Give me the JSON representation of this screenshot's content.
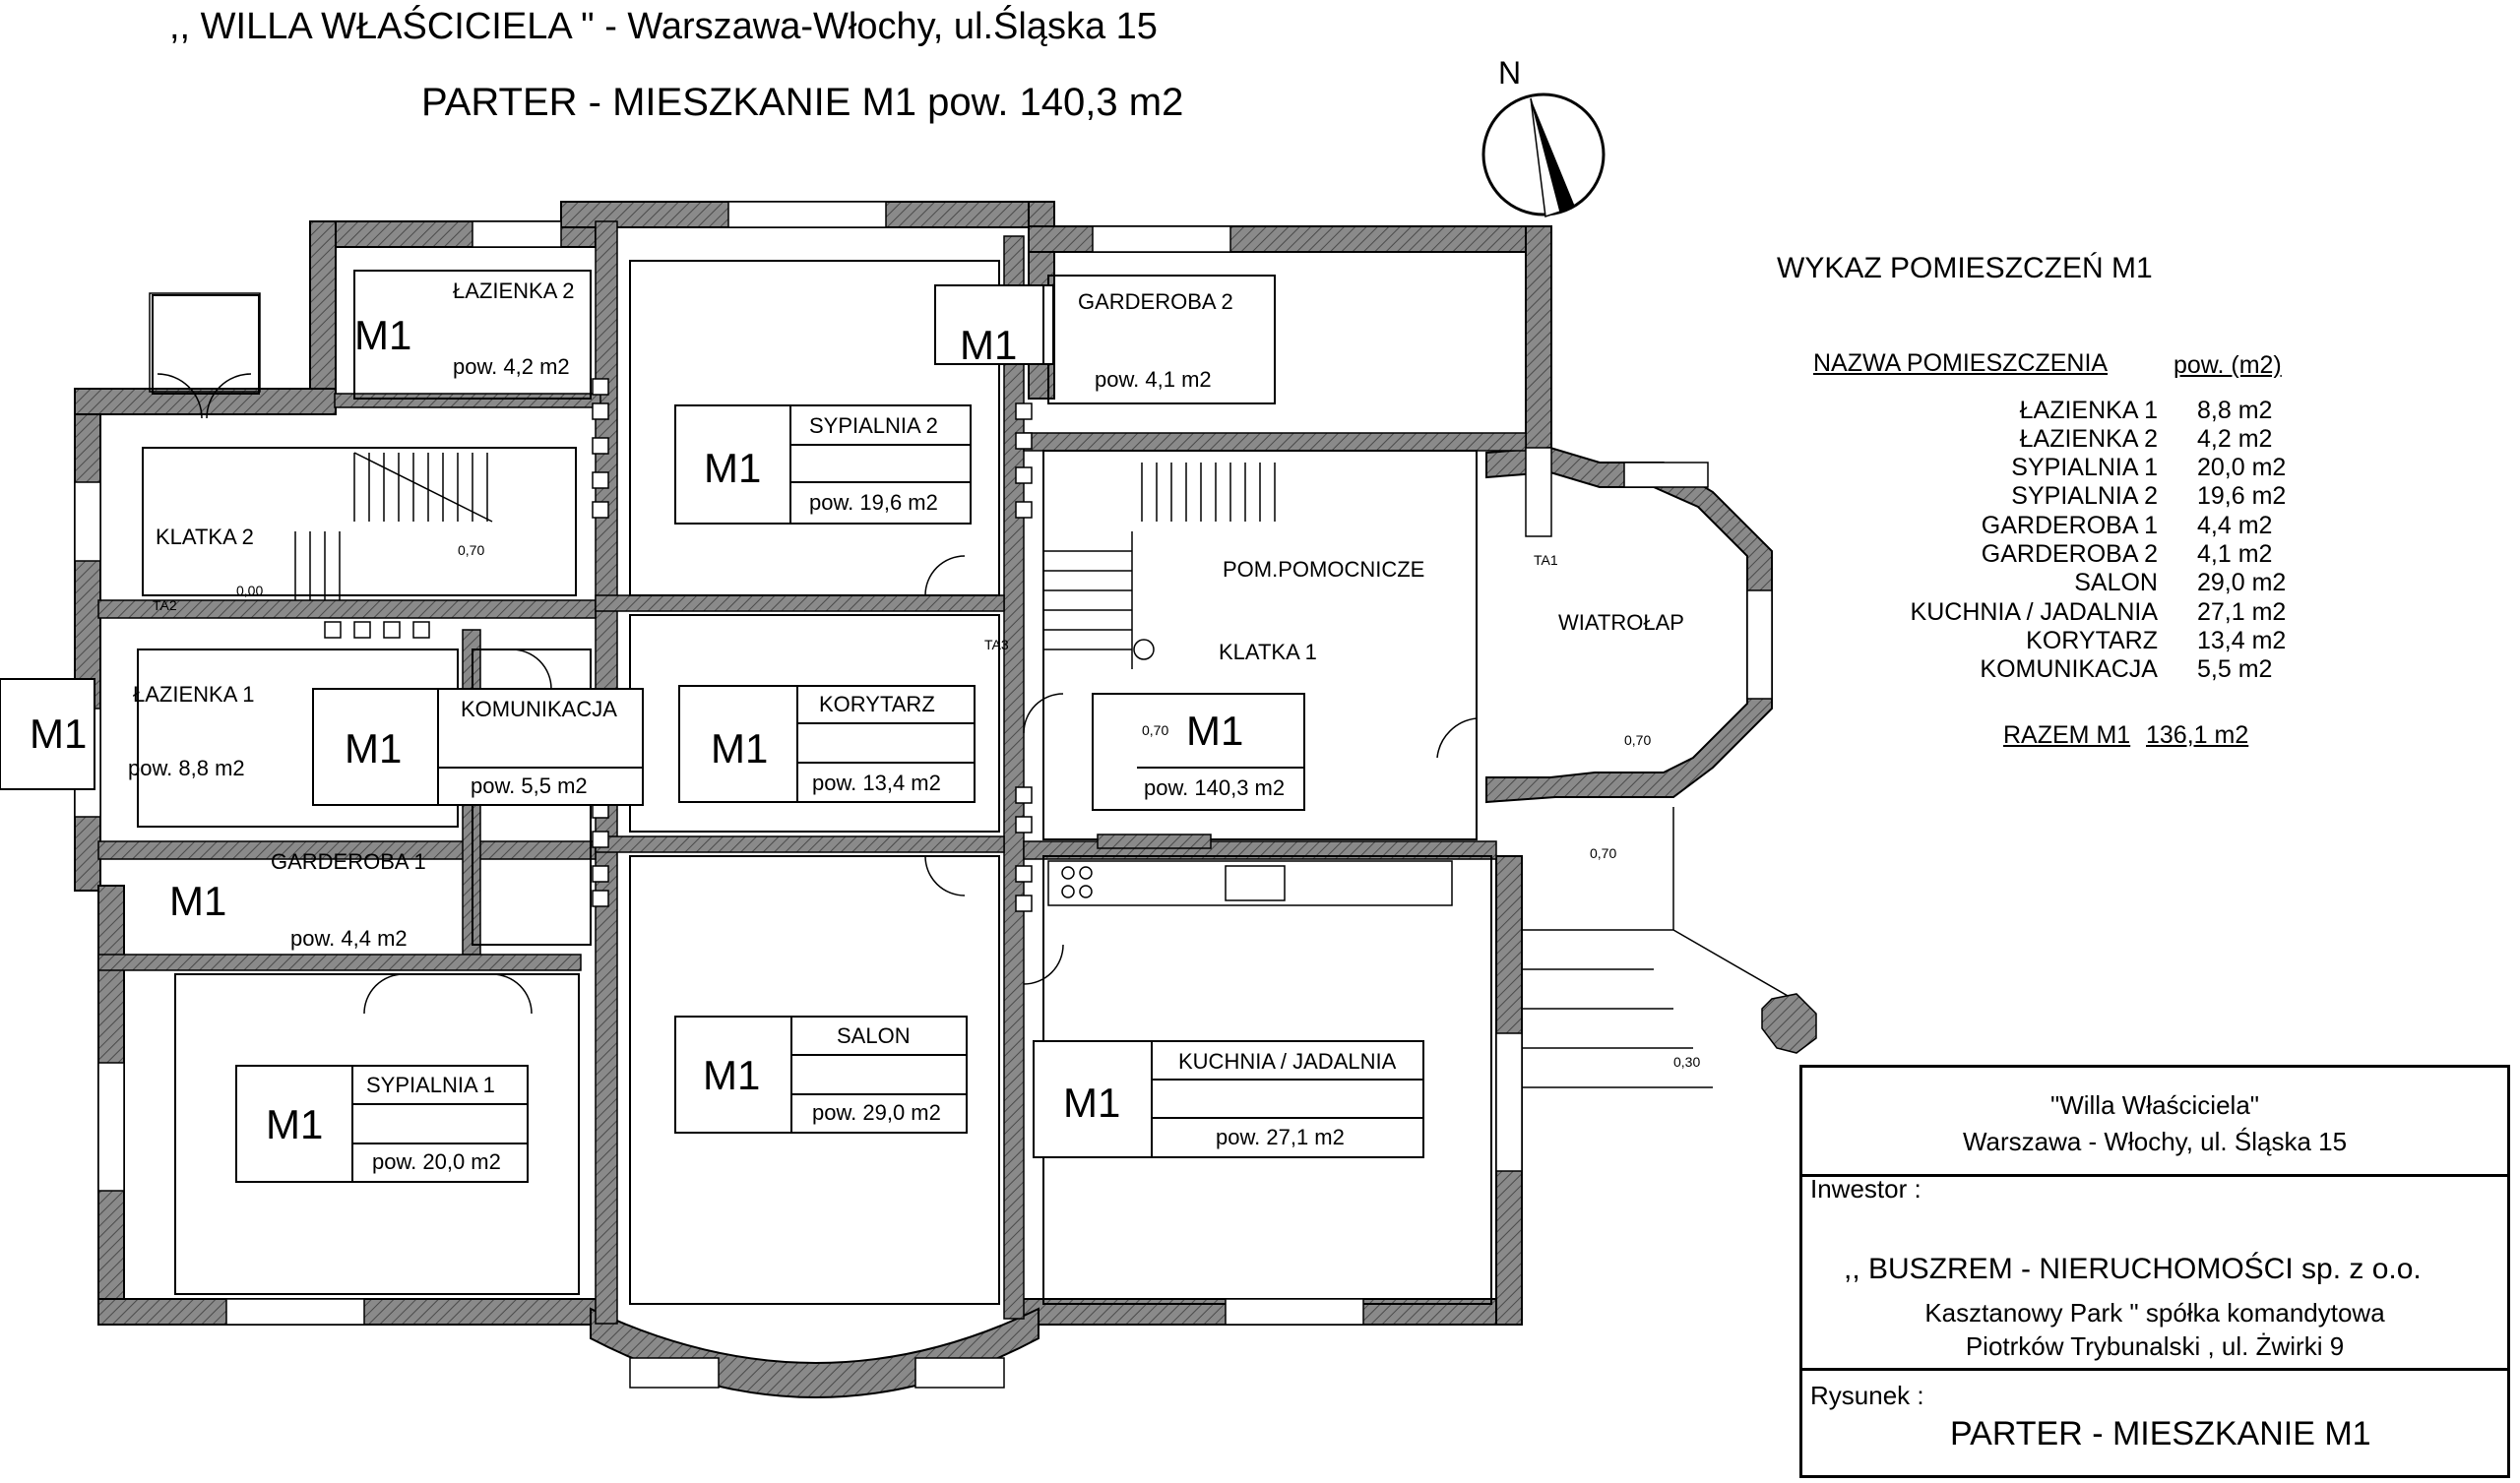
{
  "title": {
    "line1": ",, WILLA WŁAŚCICIELA \" - Warszawa-Włochy, ul.Śląska 15",
    "line2": "PARTER - MIESZKANIE M1 pow. 140,3 m2"
  },
  "compass": {
    "label": "N"
  },
  "room_list": {
    "heading": "WYKAZ POMIESZCZEŃ M1",
    "col_name": "NAZWA POMIESZCZENIA",
    "col_area": "pow. (m2)",
    "rows": [
      {
        "name": "ŁAZIENKA 1",
        "area": "8,8 m2"
      },
      {
        "name": "ŁAZIENKA 2",
        "area": "4,2 m2"
      },
      {
        "name": "SYPIALNIA 1",
        "area": "20,0 m2"
      },
      {
        "name": "SYPIALNIA 2",
        "area": "19,6 m2"
      },
      {
        "name": "GARDEROBA 1",
        "area": "4,4 m2"
      },
      {
        "name": "GARDEROBA 2",
        "area": "4,1 m2"
      },
      {
        "name": "SALON",
        "area": "29,0 m2"
      },
      {
        "name": "KUCHNIA / JADALNIA",
        "area": "27,1 m2"
      },
      {
        "name": "KORYTARZ",
        "area": "13,4 m2"
      },
      {
        "name": "KOMUNIKACJA",
        "area": "5,5 m2"
      }
    ],
    "total_label": "RAZEM M1",
    "total_area": "136,1 m2"
  },
  "title_block": {
    "project": "\"Willa Właściciela\"",
    "address": "Warszawa - Włochy, ul. Śląska 15",
    "investor_label": "Inwestor :",
    "investor_line1": ",, BUSZREM - NIERUCHOMOŚCI sp. z o.o.",
    "investor_line2": "Kasztanowy Park \" spółka komandytowa",
    "investor_line3": "Piotrków Trybunalski , ul. Żwirki 9",
    "drawing_label": "Rysunek :",
    "drawing_name": "PARTER - MIESZKANIE M1"
  },
  "rooms": {
    "unit": "M1",
    "lazienka2": {
      "name": "ŁAZIENKA 2",
      "area": "pow. 4,2 m2"
    },
    "sypialnia2": {
      "name": "SYPIALNIA 2",
      "area": "pow. 19,6 m2"
    },
    "garderoba2": {
      "name": "GARDEROBA 2",
      "area": "pow. 4,1 m2"
    },
    "klatka2": {
      "name": "KLATKA 2"
    },
    "lazienka1": {
      "name": "ŁAZIENKA 1",
      "area": "pow. 8,8 m2"
    },
    "komunikacja": {
      "name": "KOMUNIKACJA",
      "area": "pow. 5,5 m2"
    },
    "korytarz": {
      "name": "KORYTARZ",
      "area": "pow. 13,4 m2"
    },
    "pom": {
      "name": "POM.POMOCNICZE"
    },
    "klatka1": {
      "name": "KLATKA 1"
    },
    "wiatrolap": {
      "name": "WIATROŁAP"
    },
    "mieszkanie": {
      "area": "pow. 140,3 m2"
    },
    "garderoba1": {
      "name": "GARDEROBA 1",
      "area": "pow. 4,4 m2"
    },
    "sypialnia1": {
      "name": "SYPIALNIA 1",
      "area": "pow. 20,0 m2"
    },
    "salon": {
      "name": "SALON",
      "area": "pow. 29,0 m2"
    },
    "kuchnia": {
      "name": "KUCHNIA / JADALNIA",
      "area": "pow. 27,1 m2"
    }
  },
  "levels": {
    "l070a": "0,70",
    "l000": "0,00",
    "l070b": "0,70",
    "l070c": "0,70",
    "l070d": "0,70",
    "l030": "0,30",
    "ta1": "TA1",
    "ta2": "TA2",
    "ta3": "TA3"
  },
  "colors": {
    "wall": "#7f7f7f",
    "line": "#000000",
    "background": "#ffffff"
  }
}
